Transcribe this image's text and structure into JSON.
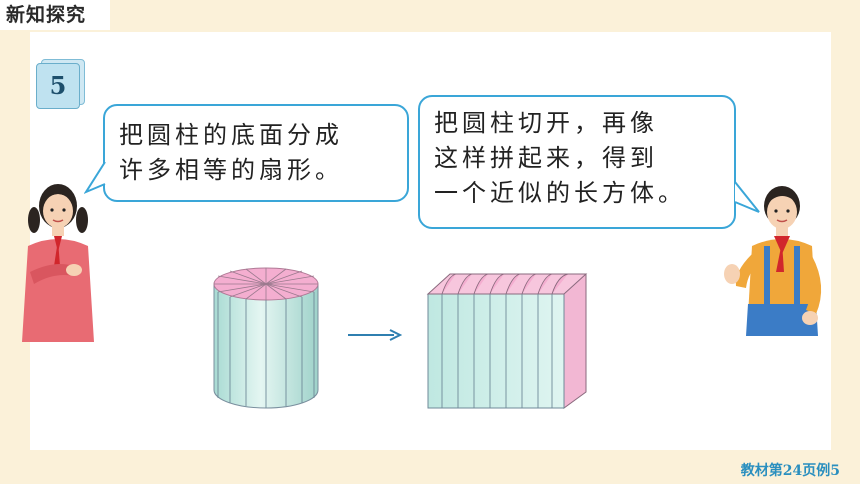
{
  "header": {
    "section_label": "新知探究"
  },
  "example": {
    "number": "5"
  },
  "speech": {
    "left_line1": "把圆柱的底面分成",
    "left_line2": "许多相等的扇形。",
    "right_line1": "把圆柱切开，再像",
    "right_line2": "这样拼起来，得到",
    "right_line3": "一个近似的长方体。"
  },
  "footer": {
    "reference": "教材第24页例5"
  },
  "colors": {
    "bubble_border": "#3aa6d8",
    "cylinder_top": "#f4aed0",
    "cylinder_side": "#cfeee8",
    "background": "#fbf1d9"
  },
  "icons": [
    "girl-illustration",
    "boy-illustration",
    "cylinder-illustration",
    "arrow-right-icon",
    "cuboid-illustration"
  ]
}
